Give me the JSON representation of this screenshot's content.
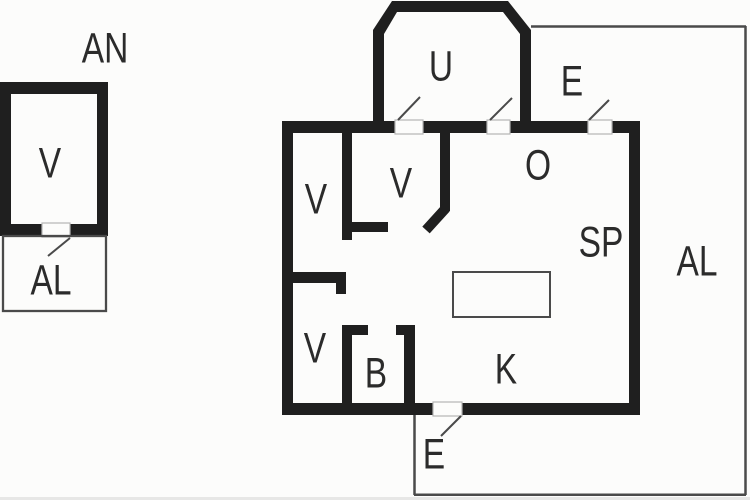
{
  "plan": {
    "type": "floor-plan",
    "colors": {
      "wall": "#1f1f1f",
      "thin_line": "#4a4a4a",
      "background": "#fcfcfb",
      "text": "#2b2b2b"
    },
    "annex": {
      "title": "AN",
      "rooms": {
        "bedroom": {
          "label": "V"
        },
        "terrace": {
          "label": "AL"
        }
      }
    },
    "house": {
      "rooms": {
        "entrance_porch": {
          "label": "U"
        },
        "entry_top": {
          "label": "E"
        },
        "hall": {
          "label": "O"
        },
        "bedroom_upper_left": {
          "label": "V"
        },
        "bedroom_middle": {
          "label": "V"
        },
        "living_room": {
          "label": "SP"
        },
        "terrace_right": {
          "label": "AL"
        },
        "bedroom_lower_left": {
          "label": "V"
        },
        "bathroom": {
          "label": "B"
        },
        "kitchen": {
          "label": "K"
        },
        "entry_bottom": {
          "label": "E"
        }
      }
    }
  }
}
